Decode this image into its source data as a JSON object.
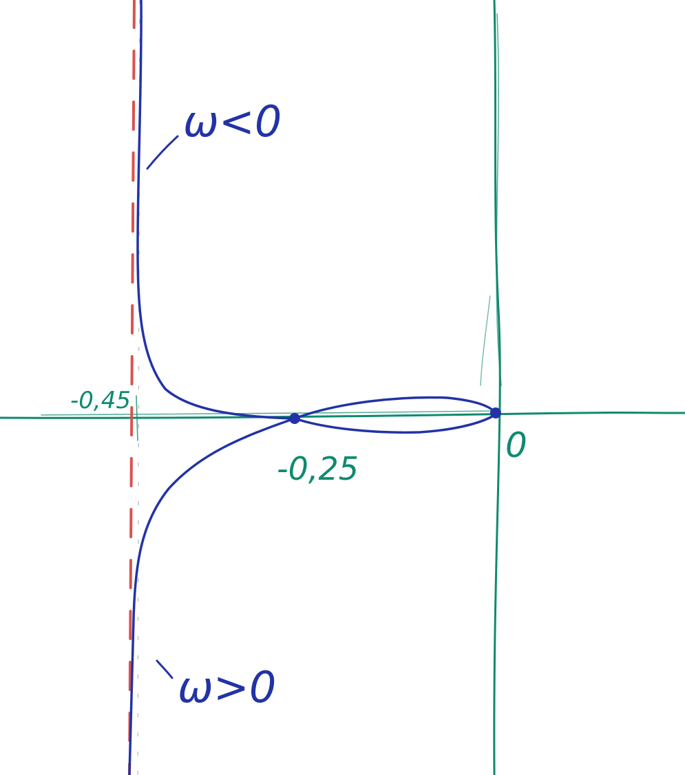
{
  "labels": {
    "asymptote_value": "-0,45",
    "crossing_value": "-0,25",
    "origin_value": "0",
    "branch_upper": "ω<0",
    "branch_lower": "ω>0"
  },
  "colors": {
    "axis": "#0e8a6e",
    "curve": "#2233a6",
    "asymptote": "#d9534f",
    "background": "#ffffff"
  },
  "key_points": {
    "asymptote_re": -0.45,
    "crossing_re": -0.25,
    "origin_re": 0
  }
}
